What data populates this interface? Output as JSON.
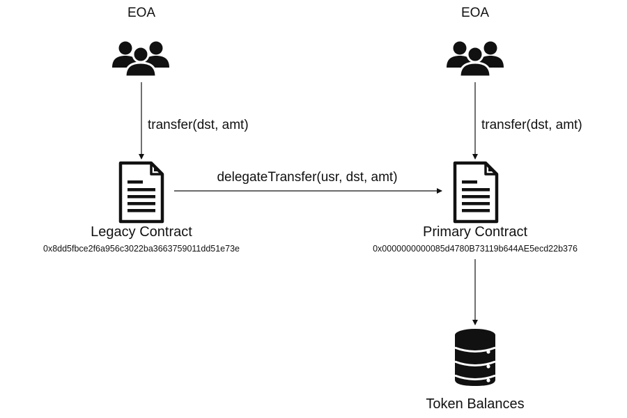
{
  "actors": {
    "left": {
      "label": "EOA",
      "icon": "users-icon"
    },
    "right": {
      "label": "EOA",
      "icon": "users-icon"
    }
  },
  "edges": {
    "left_call": "transfer(dst, amt)",
    "right_call": "transfer(dst, amt)",
    "delegate_call": "delegateTransfer(usr, dst, amt)"
  },
  "contracts": {
    "legacy": {
      "name": "Legacy Contract",
      "address": "0x8dd5fbce2f6a956c3022ba3663759011dd51e73e",
      "icon": "document-icon"
    },
    "primary": {
      "name": "Primary Contract",
      "address": "0x0000000000085d4780B73119b644AE5ecd22b376",
      "icon": "document-icon"
    }
  },
  "storage": {
    "label": "Token Balances",
    "icon": "database-icon"
  }
}
